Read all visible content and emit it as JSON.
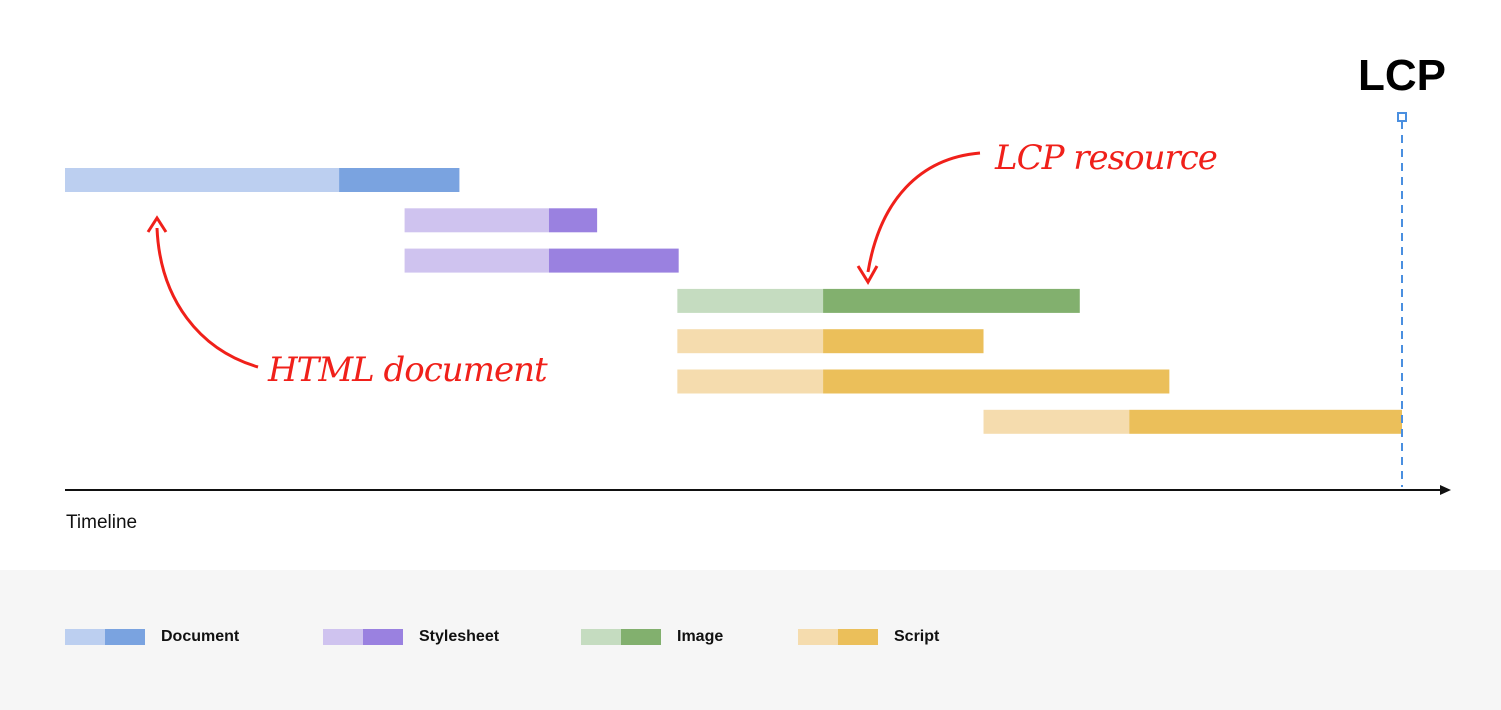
{
  "chart_data": {
    "type": "waterfall",
    "title": "",
    "xlabel": "Timeline",
    "xlim": [
      0,
      100
    ],
    "marker": {
      "label": "LCP",
      "x": 100
    },
    "colors": {
      "Document": [
        "#bccff0",
        "#7aa3e0"
      ],
      "Stylesheet": [
        "#cfc3ef",
        "#9a81e0"
      ],
      "Image": [
        "#c5dcc0",
        "#82b06e"
      ],
      "Script": [
        "#f5dcae",
        "#ebbf5a"
      ]
    },
    "bars": [
      {
        "type": "Document",
        "start": 0,
        "split": 20.5,
        "end": 29.5
      },
      {
        "type": "Stylesheet",
        "start": 25.4,
        "split": 36.2,
        "end": 39.8
      },
      {
        "type": "Stylesheet",
        "start": 25.4,
        "split": 36.2,
        "end": 45.9
      },
      {
        "type": "Image",
        "start": 45.8,
        "split": 56.7,
        "end": 75.9
      },
      {
        "type": "Script",
        "start": 45.8,
        "split": 56.7,
        "end": 68.7
      },
      {
        "type": "Script",
        "start": 45.8,
        "split": 56.7,
        "end": 82.6
      },
      {
        "type": "Script",
        "start": 68.7,
        "split": 79.6,
        "end": 100
      }
    ],
    "annotations": [
      "LCP resource",
      "HTML document"
    ],
    "legend": [
      "Document",
      "Stylesheet",
      "Image",
      "Script"
    ]
  }
}
